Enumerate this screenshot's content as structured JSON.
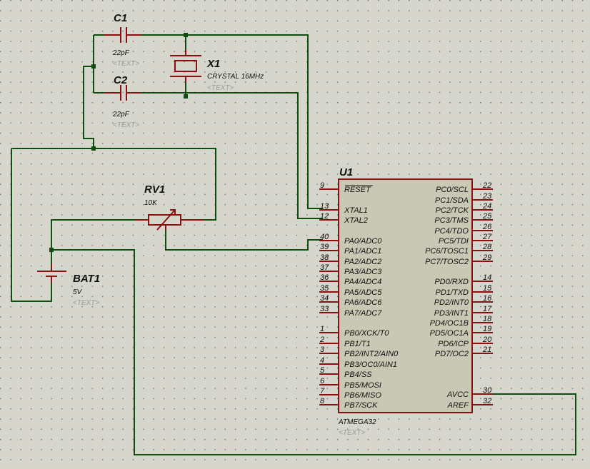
{
  "components": {
    "c1": {
      "ref": "C1",
      "value": "22pF",
      "text": "<TEXT>"
    },
    "c2": {
      "ref": "C2",
      "value": "22pF",
      "text": "<TEXT>"
    },
    "x1": {
      "ref": "X1",
      "value": "CRYSTAL 16MHz",
      "text": "<TEXT>"
    },
    "rv1": {
      "ref": "RV1",
      "value": "10K"
    },
    "bat1": {
      "ref": "BAT1",
      "value": "5V",
      "text": "<TEXT>"
    },
    "u1": {
      "ref": "U1",
      "value": "ATMEGA32",
      "text": "<TEXT>"
    }
  },
  "u1_left_pins": [
    {
      "num": "9",
      "name": "RESET"
    },
    {
      "num": "13",
      "name": "XTAL1"
    },
    {
      "num": "12",
      "name": "XTAL2"
    },
    {
      "num": "40",
      "name": "PA0/ADC0"
    },
    {
      "num": "39",
      "name": "PA1/ADC1"
    },
    {
      "num": "38",
      "name": "PA2/ADC2"
    },
    {
      "num": "37",
      "name": "PA3/ADC3"
    },
    {
      "num": "36",
      "name": "PA4/ADC4"
    },
    {
      "num": "35",
      "name": "PA5/ADC5"
    },
    {
      "num": "34",
      "name": "PA6/ADC6"
    },
    {
      "num": "33",
      "name": "PA7/ADC7"
    },
    {
      "num": "1",
      "name": "PB0/XCK/T0"
    },
    {
      "num": "2",
      "name": "PB1/T1"
    },
    {
      "num": "3",
      "name": "PB2/INT2/AIN0"
    },
    {
      "num": "4",
      "name": "PB3/OC0/AIN1"
    },
    {
      "num": "5",
      "name": "PB4/SS"
    },
    {
      "num": "6",
      "name": "PB5/MOSI"
    },
    {
      "num": "7",
      "name": "PB6/MISO"
    },
    {
      "num": "8",
      "name": "PB7/SCK"
    }
  ],
  "u1_right_pins": [
    {
      "num": "22",
      "name": "PC0/SCL"
    },
    {
      "num": "23",
      "name": "PC1/SDA"
    },
    {
      "num": "24",
      "name": "PC2/TCK"
    },
    {
      "num": "25",
      "name": "PC3/TMS"
    },
    {
      "num": "26",
      "name": "PC4/TDO"
    },
    {
      "num": "27",
      "name": "PC5/TDI"
    },
    {
      "num": "28",
      "name": "PC6/TOSC1"
    },
    {
      "num": "29",
      "name": "PC7/TOSC2"
    },
    {
      "num": "14",
      "name": "PD0/RXD"
    },
    {
      "num": "15",
      "name": "PD1/TXD"
    },
    {
      "num": "16",
      "name": "PD2/INT0"
    },
    {
      "num": "17",
      "name": "PD3/INT1"
    },
    {
      "num": "18",
      "name": "PD4/OC1B"
    },
    {
      "num": "19",
      "name": "PD5/OC1A"
    },
    {
      "num": "20",
      "name": "PD6/ICP"
    },
    {
      "num": "21",
      "name": "PD7/OC2"
    },
    {
      "num": "30",
      "name": "AVCC"
    },
    {
      "num": "32",
      "name": "AREF"
    }
  ]
}
